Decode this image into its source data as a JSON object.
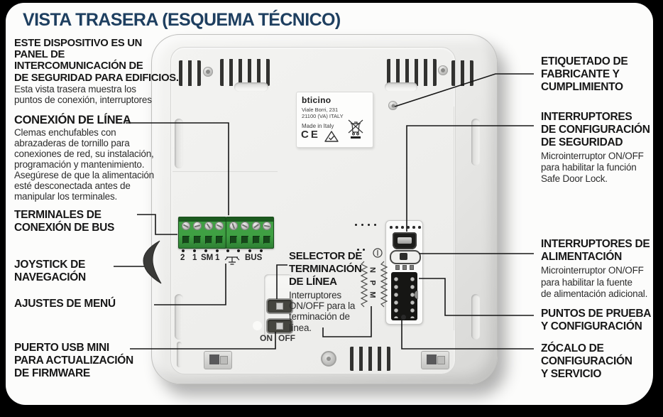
{
  "title": "VISTA TRASERA (ESQUEMA TÉCNICO)",
  "colors": {
    "title_blue": "#1e3f60",
    "terminal_green": "#3fa043",
    "terminal_green_dark": "#1c5a1f",
    "card_white": "#fcfcfb",
    "bg_black": "#000000",
    "callout_line": "#161616"
  },
  "labels": {
    "intro": {
      "h": [
        "ESTE DISPOSITIVO ES UN",
        "PANEL DE",
        "INTERCOMUNICACIÓN DE",
        "DE SEGURIDAD PARA EDIFICIOS."
      ],
      "b": [
        "Esta vista trasera muestra los",
        "puntos de conexión, interruptores"
      ]
    },
    "conexion": {
      "h": [
        "CONEXIÓN DE LÍNEA"
      ],
      "b": [
        "Clemas enchufables con",
        "abrazaderas de tornillo para",
        "conexiones de red, su instalación,",
        "programación y mantenimiento.",
        "Asegúrese de que la alimentación",
        "esté desconectada antes de",
        "manipular los terminales."
      ]
    },
    "terminales": {
      "h": [
        "TERMINALES DE",
        "CONEXIÓN DE BUS"
      ]
    },
    "joystick": {
      "h": [
        "JOYSTICK DE",
        "NAVEGACIÓN"
      ]
    },
    "ajustes": {
      "h": [
        "AJUSTES DE MENÚ"
      ]
    },
    "usb_mini": {
      "h": [
        "PUERTO USB MINI",
        "PARA ACTUALIZACIÓN",
        "DE FIRMWARE"
      ]
    },
    "etiquetado": {
      "h": [
        "ETIQUETADO DE",
        "FABRICANTE Y",
        "CUMPLIMIENTO"
      ]
    },
    "seguridad": {
      "h": [
        "INTERRUPTORES",
        "DE CONFIGURACIÓN",
        "DE SEGURIDAD"
      ],
      "b": [
        "Microinterruptor ON/OFF",
        "para habilitar la función",
        "Safe Door Lock."
      ]
    },
    "alimentacion": {
      "h": [
        "INTERRUPTORES DE",
        "ALIMENTACIÓN"
      ],
      "b": [
        "Microinterruptor ON/OFF",
        "para habilitar la fuente",
        "de alimentación adicional."
      ]
    },
    "puntos": {
      "h": [
        "PUNTOS DE PRUEBA",
        "Y CONFIGURACIÓN"
      ]
    },
    "zocalo": {
      "h": [
        "ZÓCALO DE",
        "CONFIGURACIÓN",
        "Y SERVICIO"
      ]
    },
    "selector": {
      "h": [
        "SELECTOR DE",
        "TERMINACIÓN",
        "DE LÍNEA"
      ],
      "b": [
        "Interruptores",
        "ON/OFF para la",
        "terminación de",
        "línea."
      ]
    }
  },
  "device": {
    "brand": {
      "logo": "bticino",
      "address": [
        "Viale Borri, 231",
        "21100 (VA) ITALY"
      ],
      "made_in": "Made in Italy",
      "ce_mark": "CE"
    },
    "terminal_labels": [
      "2",
      "1",
      "SM",
      "1",
      "BUS"
    ],
    "switches": {
      "on": "ON",
      "off": "OFF"
    },
    "jumpers": [
      "N",
      "P",
      "M"
    ]
  }
}
